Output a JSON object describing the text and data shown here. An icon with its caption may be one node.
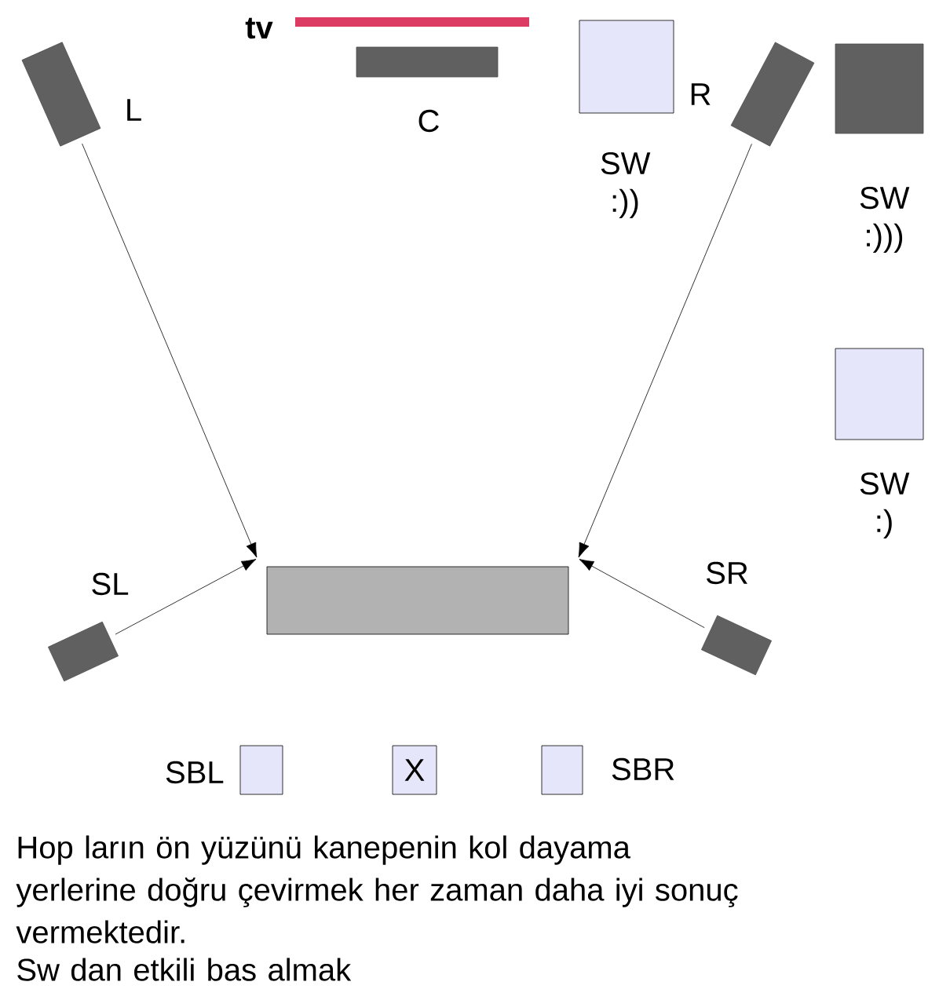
{
  "diagram": {
    "nodes": [
      {
        "text": [],
        "shape": "bar",
        "beside": [
          "tv"
        ]
      },
      {
        "text": [],
        "shape": "box",
        "beside": [
          "C"
        ]
      },
      {
        "text": [],
        "shape": "box",
        "beside": [
          "SW :))"
        ]
      },
      {
        "text": [],
        "shape": "box",
        "beside": [
          "L"
        ]
      },
      {
        "text": [],
        "shape": "box",
        "beside": [
          "R"
        ]
      },
      {
        "text": [],
        "shape": "box",
        "beside": [
          "SW :)))"
        ]
      },
      {
        "text": [],
        "shape": "box",
        "beside": [
          "SW :)"
        ]
      },
      {
        "text": [],
        "shape": "box"
      },
      {
        "text": [],
        "shape": "box",
        "beside": [
          "SL"
        ]
      },
      {
        "text": [],
        "shape": "box",
        "beside": [
          "SR"
        ]
      },
      {
        "text": [],
        "shape": "box",
        "beside": [
          "SBL"
        ]
      },
      {
        "text": [
          "X"
        ]
      },
      {
        "text": [],
        "shape": "box",
        "beside": [
          "SBR"
        ]
      }
    ],
    "edges": [
      {
        "from": 3,
        "to": 7,
        "arrow": "to"
      },
      {
        "from": 4,
        "to": 7,
        "arrow": "to"
      },
      {
        "from": 8,
        "to": 7,
        "arrow": "to"
      },
      {
        "from": 9,
        "to": 7,
        "arrow": "to"
      }
    ],
    "labels": [
      "Hop ların ön yüzünü kanepenin kol dayama yerlerine doğru çevirmek her zaman daha iyi sonuç vermektedir.",
      "Sw dan etkili bas almak"
    ]
  }
}
